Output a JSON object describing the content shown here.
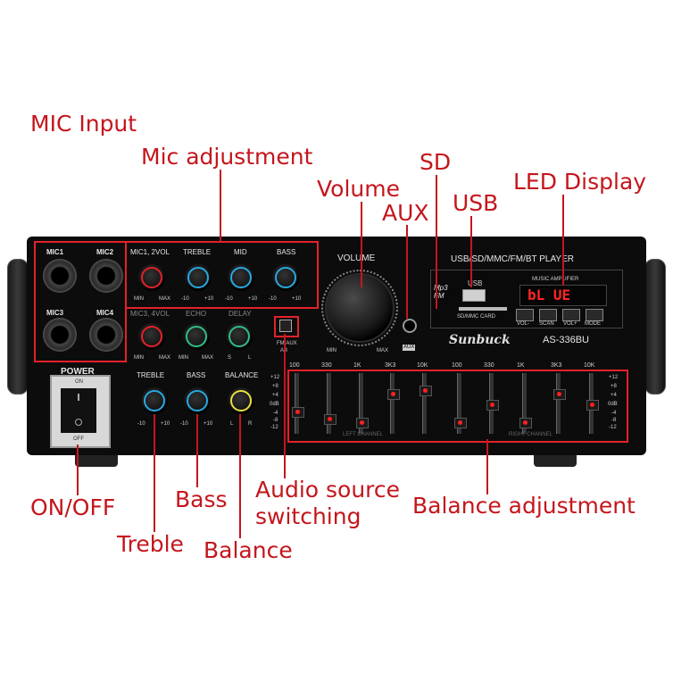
{
  "callouts": {
    "mic_input": "MIC Input",
    "mic_adjustment": "Mic adjustment",
    "volume": "Volume",
    "aux": "AUX",
    "sd": "SD",
    "usb": "USB",
    "led_display": "LED Display",
    "on_off": "ON/OFF",
    "bass": "Bass",
    "treble": "Treble",
    "audio_source": "Audio source",
    "switching": "switching",
    "balance": "Balance",
    "balance_adjustment": "Balance adjustment"
  },
  "panel": {
    "mic_labels": [
      "MIC1",
      "MIC2",
      "MIC3",
      "MIC4"
    ],
    "mic_knob_labels": [
      "MIC1, 2VOL",
      "TREBLE",
      "MID",
      "BASS"
    ],
    "mic_knob_row2": [
      "MIC3, 4VOL",
      "ECHO",
      "DELAY"
    ],
    "minmax": [
      "MIN",
      "MAX"
    ],
    "range": [
      "-10",
      "+10"
    ],
    "sl": [
      "S",
      "L"
    ],
    "lr": [
      "L",
      "R"
    ],
    "power_label": "POWER",
    "on_label": "ON",
    "off_label": "OFF",
    "tone_labels": [
      "TREBLE",
      "BASS",
      "BALANCE"
    ],
    "volume_label": "VOLUME",
    "vol_min": "MIN",
    "vol_max": "MAX",
    "aux_label": "AUX",
    "player_title": "USB/SD/MMC/FM/BT PLAYER",
    "usb_label": "USB",
    "sd_card_label": "SD/MMC CARD",
    "module_title": "MUSIC AMPLIFIER",
    "mp3_logo": "Mp3 FM",
    "display_text": "bL UE",
    "player_buttons": [
      "VOL-",
      "SCAN",
      "VOL+",
      "MODE"
    ],
    "brand": "Sunbuck",
    "model": "AS-336BU",
    "source_label": "FM/AUX",
    "source_label2": "AB",
    "eq_freqs": [
      "100",
      "330",
      "1K",
      "3K3",
      "10K",
      "100",
      "330",
      "1K",
      "3K3",
      "10K"
    ],
    "eq_scale": [
      "+12",
      "+8",
      "+4",
      "0dB",
      "-4",
      "-8",
      "-12"
    ],
    "left_channel": "LEFT CHANNEL",
    "right_channel": "RIGHT CHANNEL"
  }
}
